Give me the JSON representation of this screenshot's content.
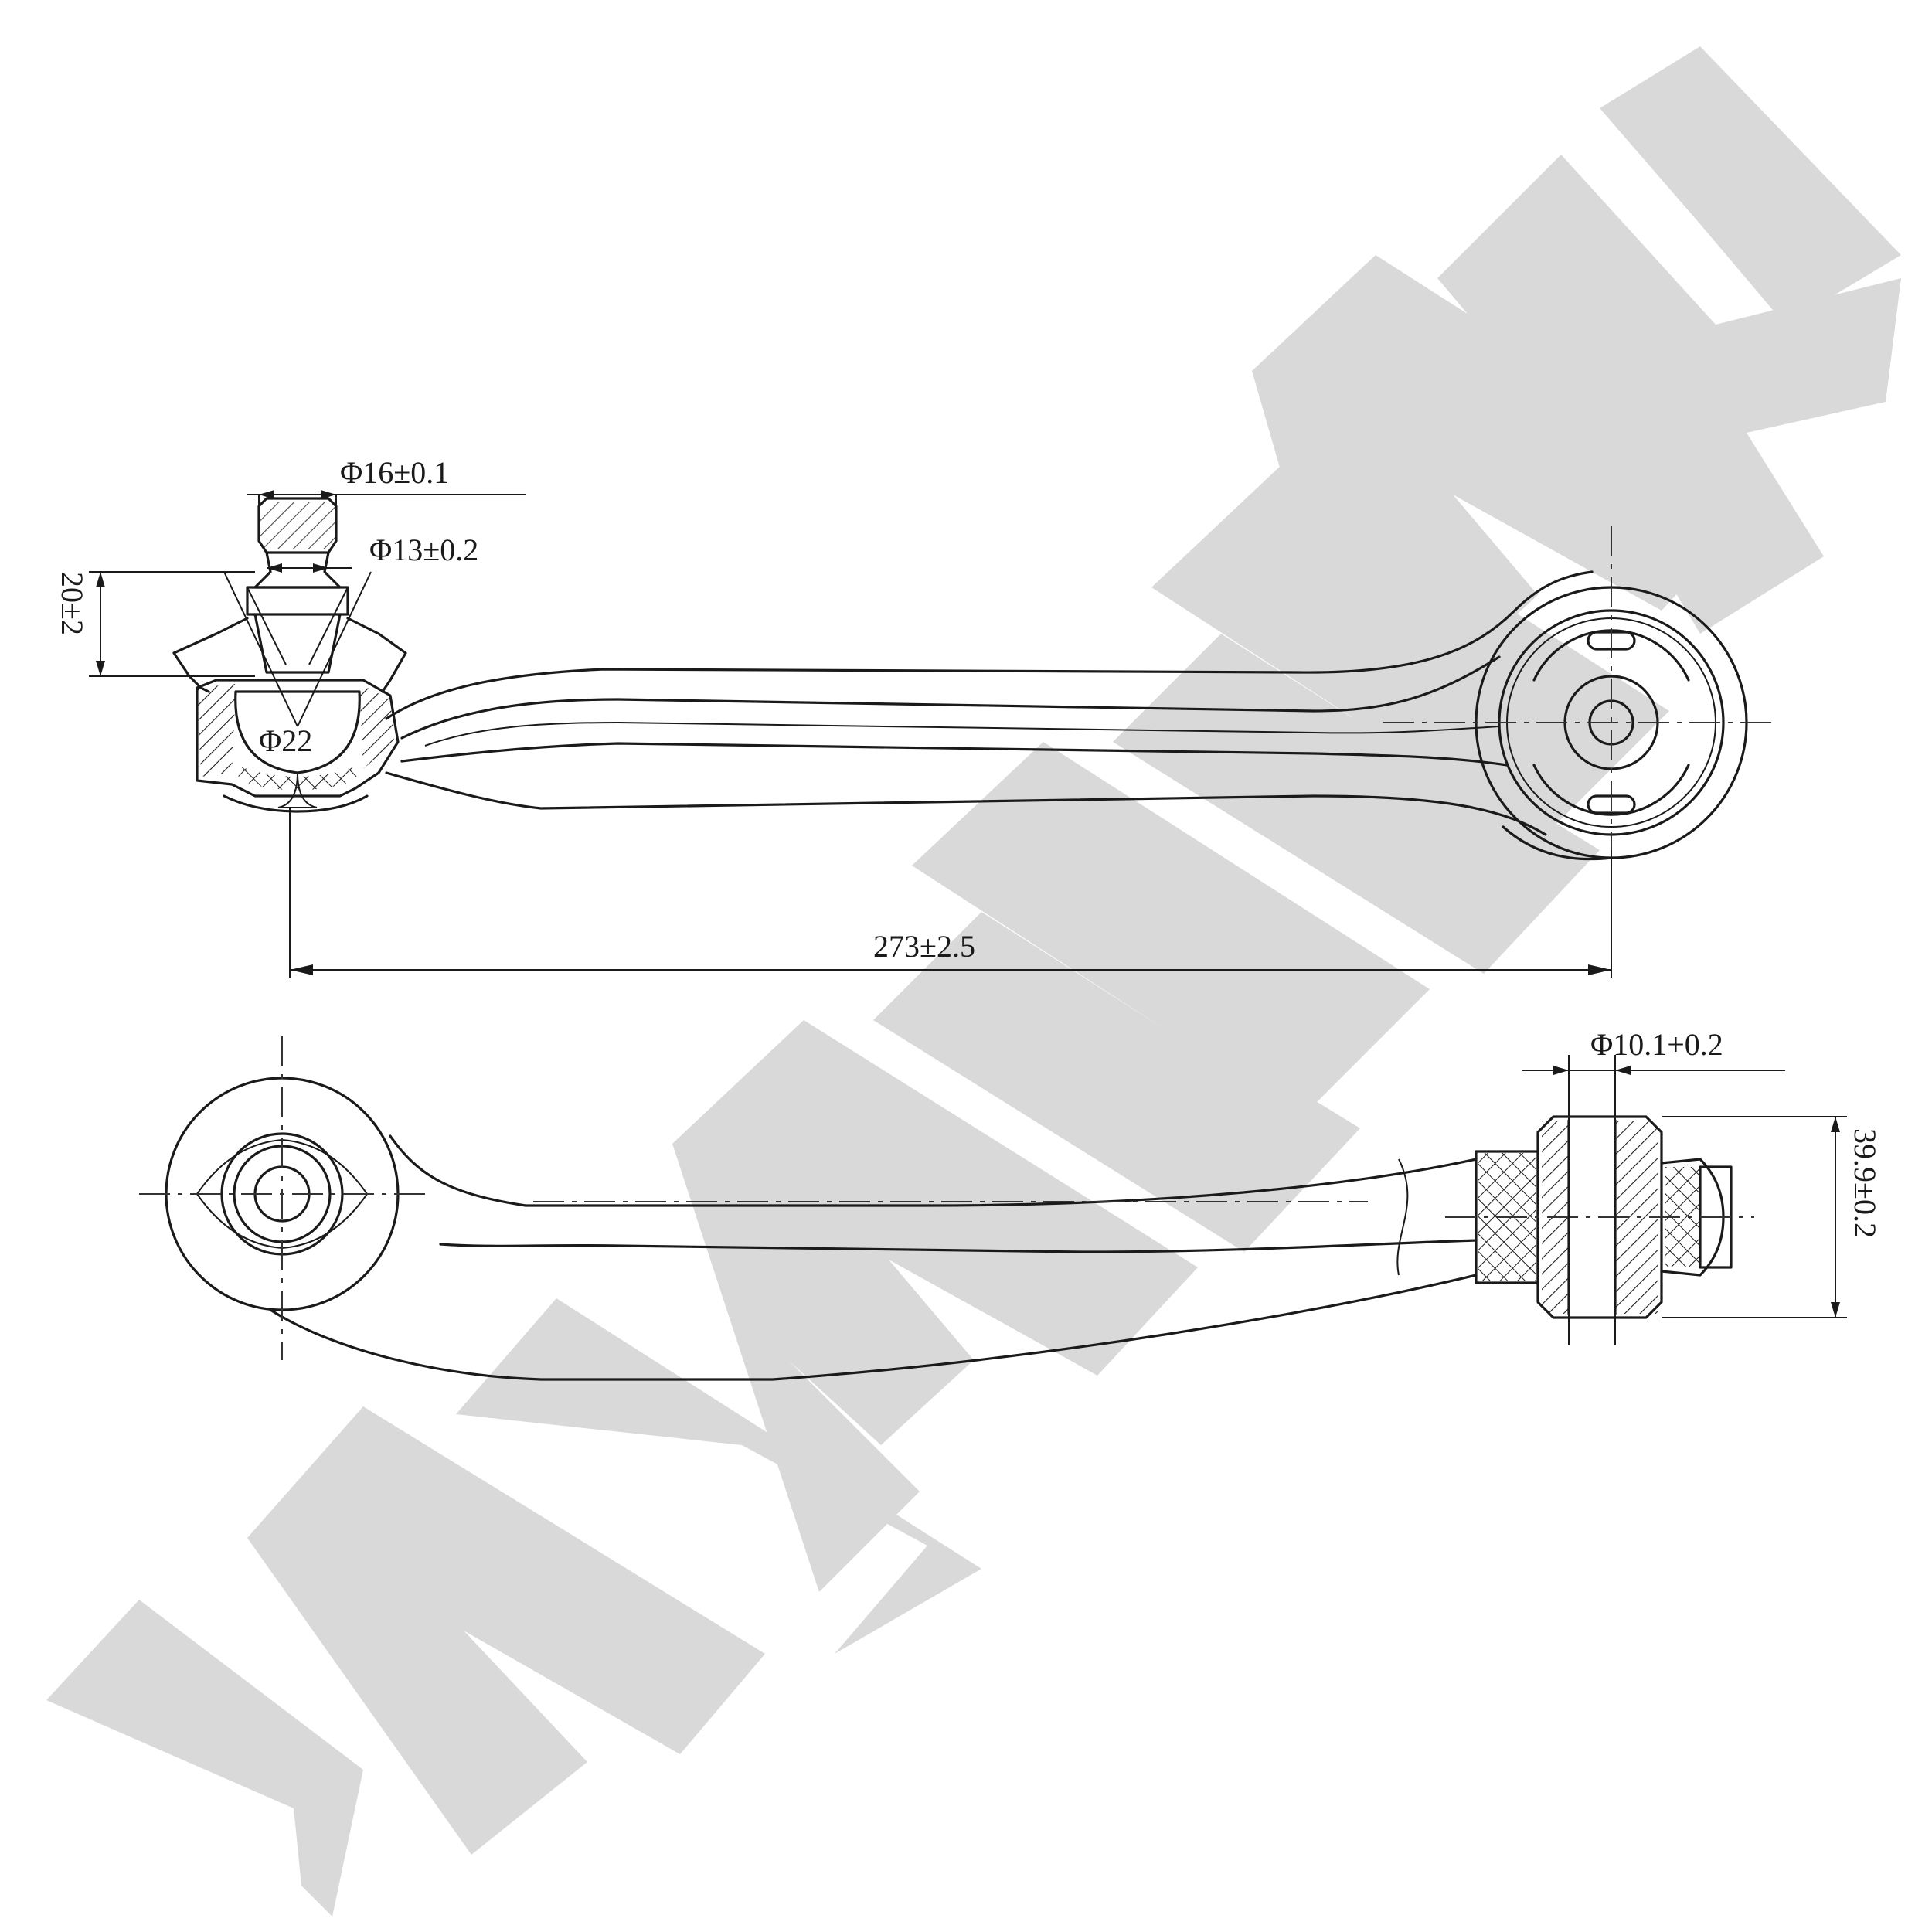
{
  "watermark": {
    "text": "ZENNEK",
    "color": "#d9d9d9"
  },
  "dimensions": {
    "stud_diameter": "Φ16±0.1",
    "neck_diameter": "Φ13±0.2",
    "height": "20±2",
    "ball_diameter": "Φ22",
    "length": "273±2.5",
    "bushing_bore": "Φ10.1+0.2",
    "bushing_width": "39.9±0.2"
  }
}
